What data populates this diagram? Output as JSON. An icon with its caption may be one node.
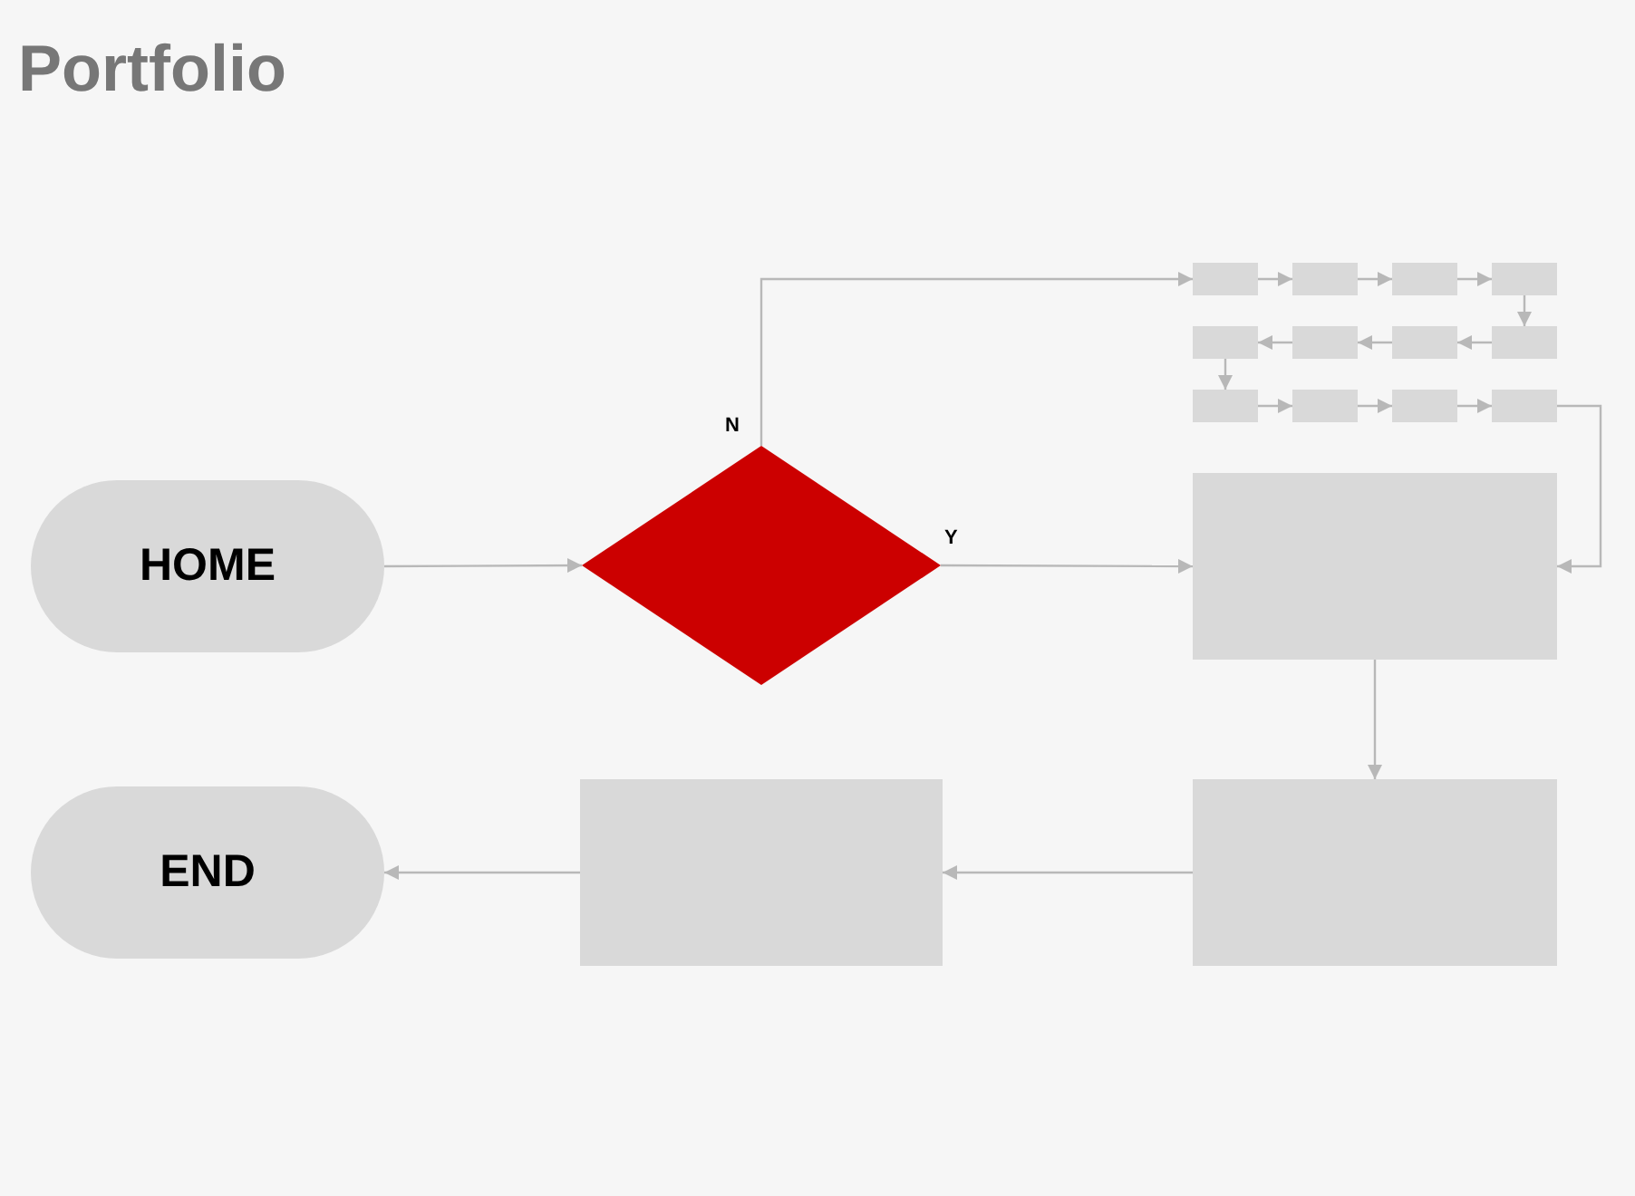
{
  "diagram": {
    "title": "Portfolio",
    "nodes": [
      {
        "text": [
          "HOME"
        ]
      },
      {
        "text": [],
        "shape": "diamond"
      },
      {
        "text": [],
        "shape": "box"
      },
      {
        "text": [],
        "shape": "box"
      },
      {
        "text": [],
        "shape": "box"
      },
      {
        "text": [],
        "shape": "box"
      },
      {
        "text": [],
        "shape": "box"
      },
      {
        "text": [],
        "shape": "box"
      },
      {
        "text": [],
        "shape": "box"
      },
      {
        "text": [],
        "shape": "box"
      },
      {
        "text": [],
        "shape": "box"
      },
      {
        "text": [],
        "shape": "box"
      },
      {
        "text": [],
        "shape": "box"
      },
      {
        "text": [],
        "shape": "box"
      },
      {
        "text": [],
        "shape": "box"
      },
      {
        "text": [],
        "shape": "box"
      },
      {
        "text": [],
        "shape": "box"
      },
      {
        "text": [
          "END"
        ]
      }
    ],
    "edges": [
      {
        "from": 0,
        "to": 1,
        "arrow": "to"
      },
      {
        "from": 1,
        "to": 2,
        "label": "N",
        "arrow": "to"
      },
      {
        "from": 2,
        "to": 3,
        "arrow": "to"
      },
      {
        "from": 3,
        "to": 4,
        "arrow": "to"
      },
      {
        "from": 4,
        "to": 5,
        "arrow": "to"
      },
      {
        "from": 5,
        "to": 9,
        "arrow": "to"
      },
      {
        "from": 9,
        "to": 8,
        "arrow": "to"
      },
      {
        "from": 8,
        "to": 7,
        "arrow": "to"
      },
      {
        "from": 7,
        "to": 6,
        "arrow": "to"
      },
      {
        "from": 6,
        "to": 10,
        "arrow": "to"
      },
      {
        "from": 10,
        "to": 11,
        "arrow": "to"
      },
      {
        "from": 11,
        "to": 12,
        "arrow": "to"
      },
      {
        "from": 12,
        "to": 13,
        "arrow": "to"
      },
      {
        "from": 13,
        "to": 14,
        "arrow": "to"
      },
      {
        "from": 1,
        "to": 14,
        "label": "Y",
        "arrow": "to"
      },
      {
        "from": 14,
        "to": 15,
        "arrow": "to"
      },
      {
        "from": 15,
        "to": 16,
        "arrow": "to"
      },
      {
        "from": 16,
        "to": 17,
        "arrow": "to"
      }
    ]
  }
}
